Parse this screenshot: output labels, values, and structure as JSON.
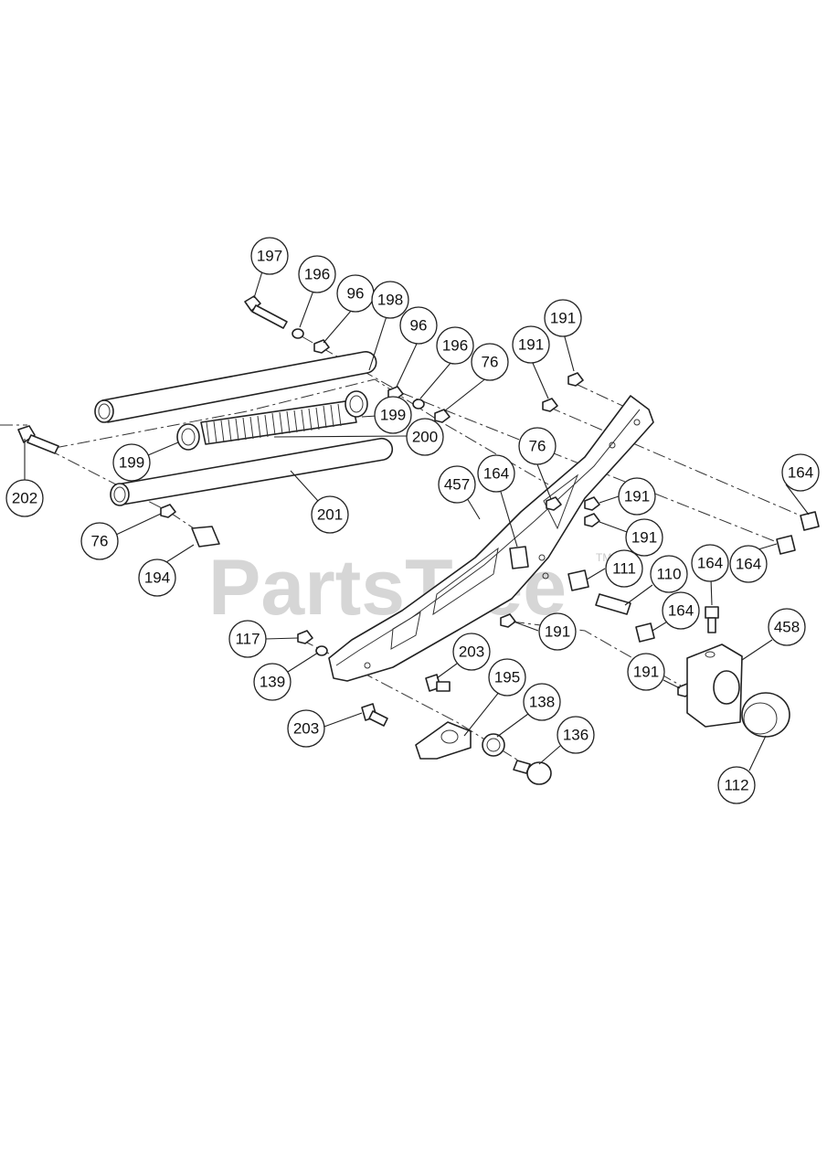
{
  "watermark": {
    "text": "PartsTree",
    "trademark": "TM"
  },
  "callouts": [
    {
      "label": "197"
    },
    {
      "label": "196"
    },
    {
      "label": "96"
    },
    {
      "label": "198"
    },
    {
      "label": "96"
    },
    {
      "label": "196"
    },
    {
      "label": "76"
    },
    {
      "label": "191"
    },
    {
      "label": "191"
    },
    {
      "label": "199"
    },
    {
      "label": "200"
    },
    {
      "label": "199"
    },
    {
      "label": "202"
    },
    {
      "label": "201"
    },
    {
      "label": "76"
    },
    {
      "label": "194"
    },
    {
      "label": "457"
    },
    {
      "label": "164"
    },
    {
      "label": "76"
    },
    {
      "label": "191"
    },
    {
      "label": "191"
    },
    {
      "label": "164"
    },
    {
      "label": "164"
    },
    {
      "label": "111"
    },
    {
      "label": "110"
    },
    {
      "label": "164"
    },
    {
      "label": "164"
    },
    {
      "label": "458"
    },
    {
      "label": "191"
    },
    {
      "label": "117"
    },
    {
      "label": "139"
    },
    {
      "label": "203"
    },
    {
      "label": "195"
    },
    {
      "label": "203"
    },
    {
      "label": "138"
    },
    {
      "label": "136"
    },
    {
      "label": "191"
    },
    {
      "label": "112"
    }
  ]
}
